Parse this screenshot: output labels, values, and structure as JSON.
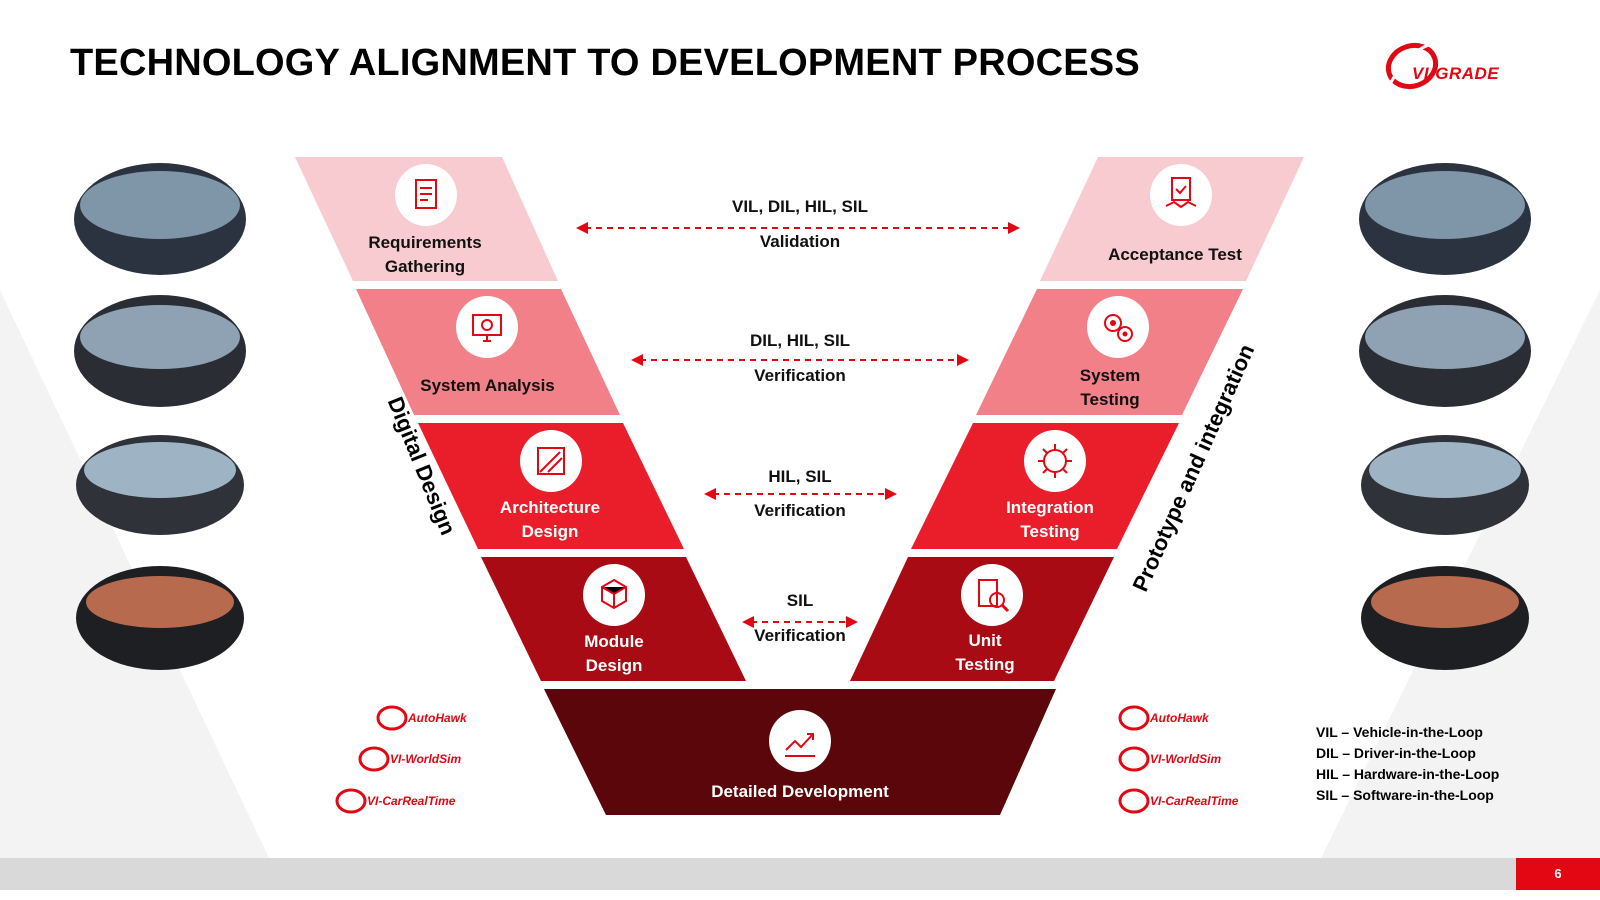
{
  "title": "TECHNOLOGY ALIGNMENT TO DEVELOPMENT PROCESS",
  "logo": "VI-GRADE",
  "colors": {
    "accent": "#e30613",
    "level1": "#f7cbcf",
    "level2": "#f18088",
    "level3": "#ea1d2a",
    "level4": "#a80b14",
    "level5": "#5a060a"
  },
  "left_stages": [
    {
      "label": "Requirements\nGathering",
      "icon": "requirements-clipboard-icon"
    },
    {
      "label": "System Analysis",
      "icon": "system-analysis-monitor-icon"
    },
    {
      "label": "Architecture\nDesign",
      "icon": "architecture-drafting-icon"
    },
    {
      "label": "Module\nDesign",
      "icon": "module-cubes-icon"
    }
  ],
  "right_stages": [
    {
      "label": "Acceptance Test",
      "icon": "acceptance-handshake-icon"
    },
    {
      "label": "System\nTesting",
      "icon": "system-testing-gears-icon"
    },
    {
      "label": "Integration\nTesting",
      "icon": "integration-chip-icon"
    },
    {
      "label": "Unit\nTesting",
      "icon": "unit-testing-magnifier-icon"
    }
  ],
  "bottom_stage": {
    "label": "Detailed Development",
    "icon": "development-growth-icon"
  },
  "links": [
    {
      "top": "VIL, DIL, HIL, SIL",
      "bottom": "Validation"
    },
    {
      "top": "DIL, HIL, SIL",
      "bottom": "Verification"
    },
    {
      "top": "HIL, SIL",
      "bottom": "Verification"
    },
    {
      "top": "SIL",
      "bottom": "Verification"
    }
  ],
  "left_side_label": "Digital Design",
  "right_side_label": "Prototype and integration",
  "brands_left": [
    "AutoHawk",
    "VI-WorldSim",
    "VI-CarRealTime"
  ],
  "brands_right": [
    "AutoHawk",
    "VI-WorldSim",
    "VI-CarRealTime"
  ],
  "legend": [
    "VIL – Vehicle-in-the-Loop",
    "DIL – Driver-in-the-Loop",
    "HIL – Hardware-in-the-Loop",
    "SIL – Software-in-the-Loop"
  ],
  "simulator_photos": [
    "driving-simulator-photo",
    "driving-simulator-photo",
    "driving-simulator-photo",
    "driving-simulator-photo"
  ],
  "page_number": "6"
}
